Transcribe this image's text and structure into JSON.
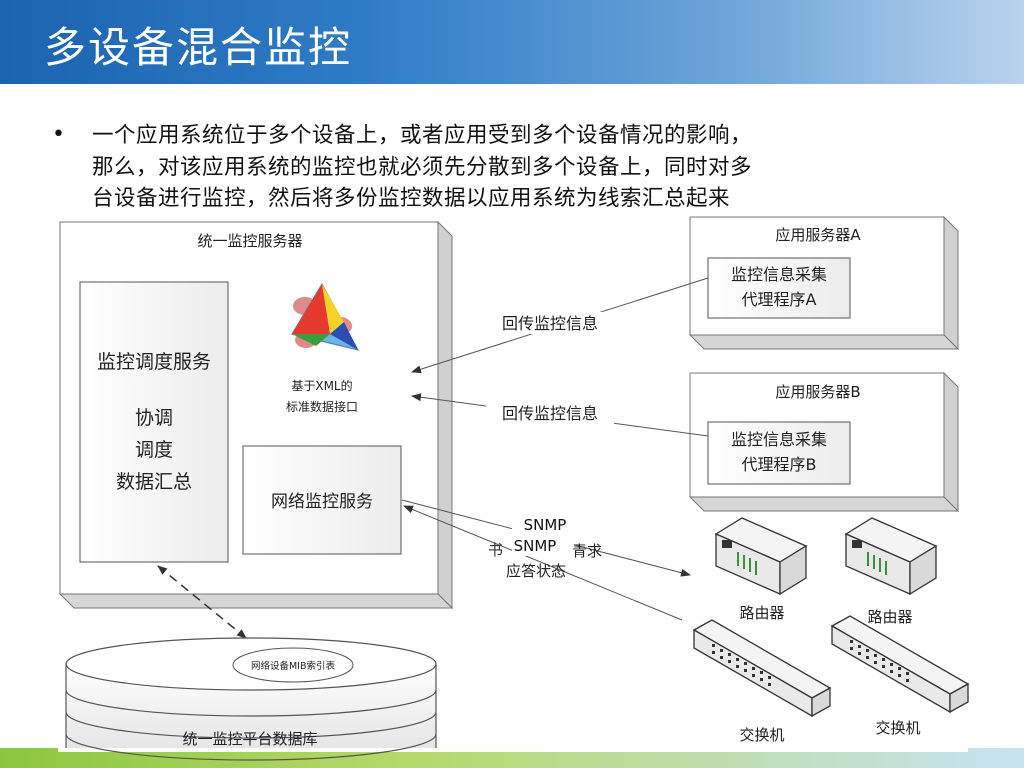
{
  "slide": {
    "title": "多设备混合监控",
    "bullet_symbol": "•",
    "bullet_lines": [
      "一个应用系统位于多个设备上，或者应用受到多个设备情况的影响，",
      "那么，对该应用系统的监控也就必须先分散到多个设备上，同时对多",
      "台设备进行监控，然后将多份监控数据以应用系统为线索汇总起来"
    ]
  },
  "diagram": {
    "main_server_label": "统一监控服务器",
    "schedule_service": {
      "title": "监控调度服务",
      "items": [
        "协调",
        "调度",
        "数据汇总"
      ]
    },
    "xml_interface": [
      "基于XML的",
      "标准数据接口"
    ],
    "network_service": "网络监控服务",
    "app_server_a": {
      "title": "应用服务器A",
      "agent": [
        "监控信息采集",
        "代理程序A"
      ]
    },
    "app_server_b": {
      "title": "应用服务器B",
      "agent": [
        "监控信息采集",
        "代理程序B"
      ]
    },
    "return_label_a": "回传监控信息",
    "return_label_b": "回传监控信息",
    "snmp_label_1": "SNMP",
    "snmp_label_2": "SNMP",
    "request_fragment_left": "书",
    "request_fragment_right": "青求",
    "response_label": "应答状态",
    "router_1": "路由器",
    "router_2": "路由器",
    "switch_1": "交换机",
    "switch_2": "交换机",
    "database_label": "统一监控平台数据库",
    "mib_label": "网络设备MIB索引表"
  },
  "colors": {
    "title_bar_start": "#1c63b0",
    "title_bar_end": "#b9d2ec",
    "box_stroke": "#555555",
    "box_fill": "#ffffff",
    "panel_fill": "#f4f4f4",
    "bottom_strip_green": "#8cc63f"
  }
}
